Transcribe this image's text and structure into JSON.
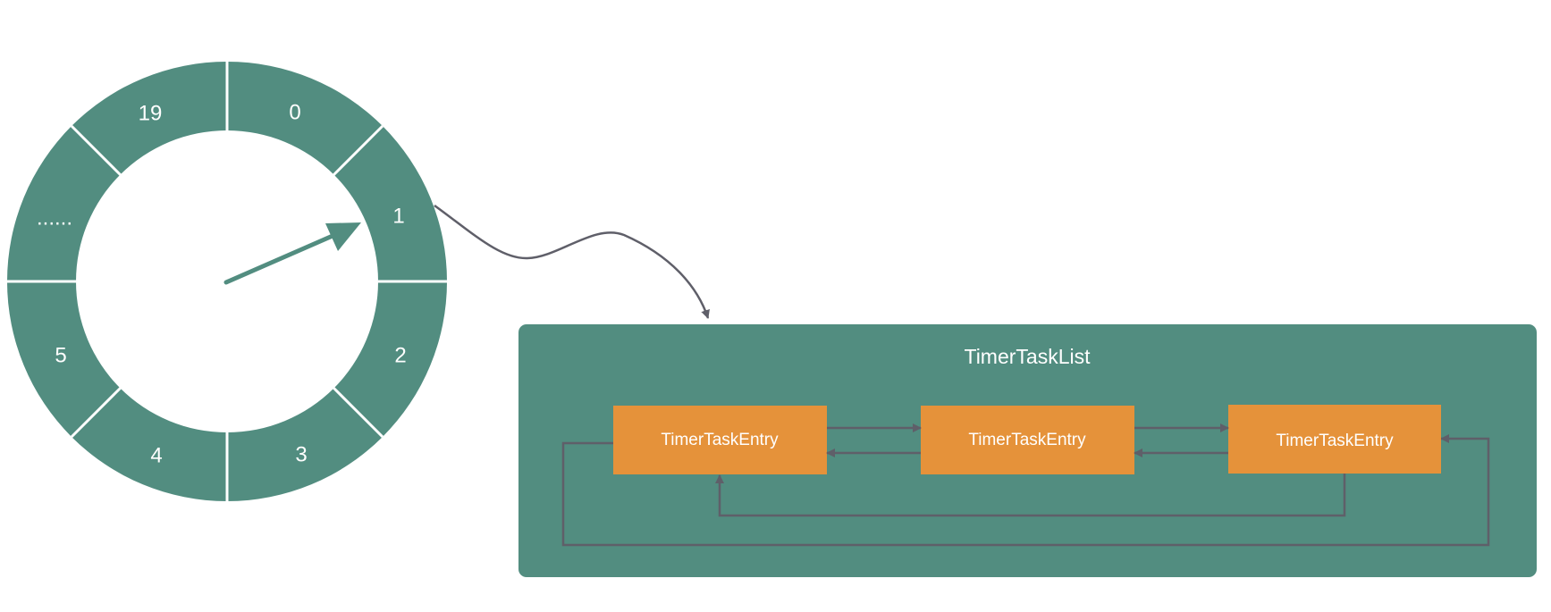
{
  "colors": {
    "teal": "#528D80",
    "orange": "#E5923A",
    "connector": "#5F5F69",
    "white": "#FFFFFF"
  },
  "wheel": {
    "slots": [
      "0",
      "1",
      "2",
      "3",
      "4",
      "5",
      "......",
      "19"
    ],
    "pointer_target": "1"
  },
  "task_list": {
    "title": "TimerTaskList",
    "entries": [
      "TimerTaskEntry",
      "TimerTaskEntry",
      "TimerTaskEntry"
    ]
  }
}
